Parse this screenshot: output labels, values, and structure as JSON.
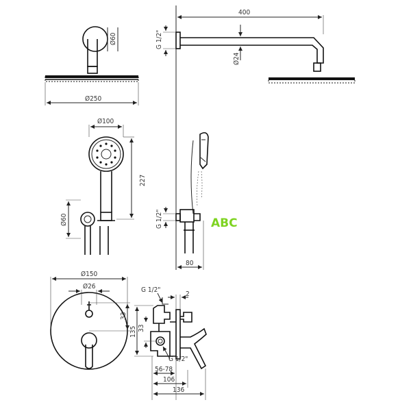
{
  "dimensions": {
    "d60_top": "Ø60",
    "d250": "Ø250",
    "len400": "400",
    "g12_top": "G 1/2\"",
    "d24": "Ø24",
    "d100": "Ø100",
    "h227": "227",
    "d60_mid": "Ø60",
    "g12_mid": "G 1/2\"",
    "w80": "80",
    "d150": "Ø150",
    "d26": "Ø26",
    "v33a": "33",
    "v135": "135",
    "v33b": "33",
    "g12_valve_top": "G 1/2\"",
    "v2": "2",
    "g12_valve_bot": "G 1/2\"",
    "r5678": "56-78",
    "w106": "106",
    "w136": "136"
  },
  "logo_text": "ABC"
}
